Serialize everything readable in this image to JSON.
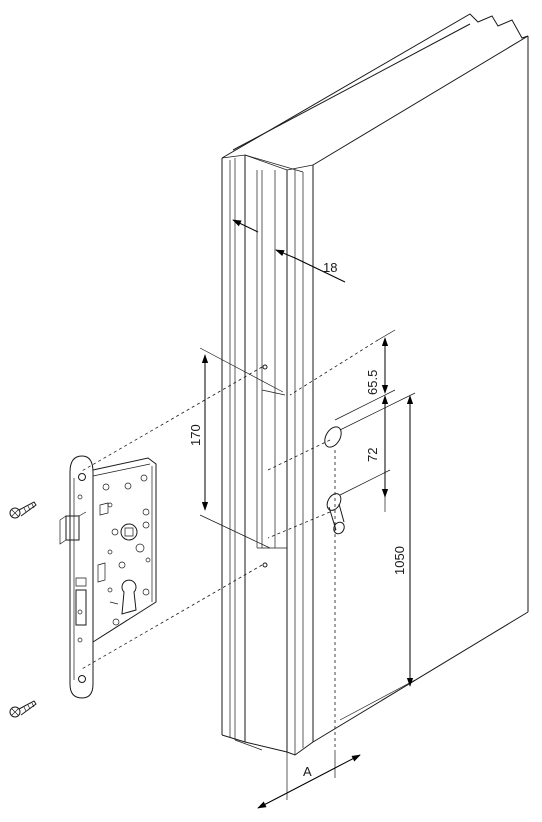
{
  "dimensions": {
    "d18": "18",
    "d65_5": "65.5",
    "d72": "72",
    "d170": "170",
    "d1050": "1050",
    "dA": "A"
  }
}
